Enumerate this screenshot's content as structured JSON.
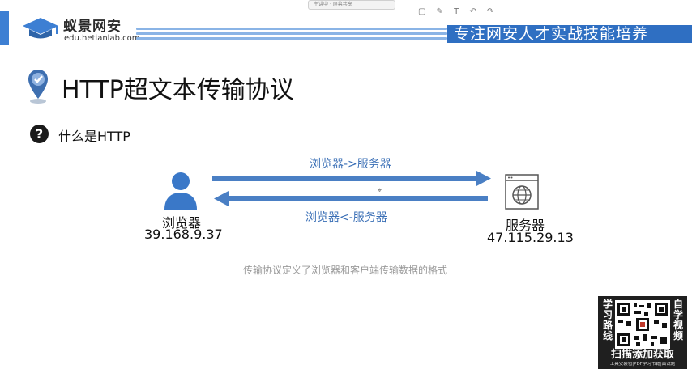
{
  "header": {
    "brand_name": "蚁景网安",
    "brand_url": "edu.hetianlab.com",
    "slogan": "专注网安人才实战技能培养"
  },
  "toolbar": {
    "presenter_text": "主讲中 · 屏幕共享",
    "drawing_tools": "▢ ✎ T ↶ ↷"
  },
  "slide": {
    "title": "HTTP超文本传输协议",
    "question": "什么是HTTP",
    "question_icon": "?",
    "request_label": "浏览器->服务器",
    "response_label": "浏览器<-服务器",
    "cursor_glyph": "⌖",
    "client": {
      "label": "浏览器",
      "ip": "39.168.9.37"
    },
    "server": {
      "label": "服务器",
      "ip": "47.115.29.13"
    },
    "caption": "传输协议定义了浏览器和客户端传输数据的格式"
  },
  "promo": {
    "left_text": "学习路线",
    "right_text": "自学视频",
    "cta": "扫描添加获取",
    "sub": "工具安装包|PDF学习书籍|面试题"
  },
  "colors": {
    "accent_blue": "#3d7fd3",
    "slogan_bg": "#2f6fc2",
    "arrow_blue": "#4a7fc4",
    "label_blue": "#3a6fb6"
  }
}
